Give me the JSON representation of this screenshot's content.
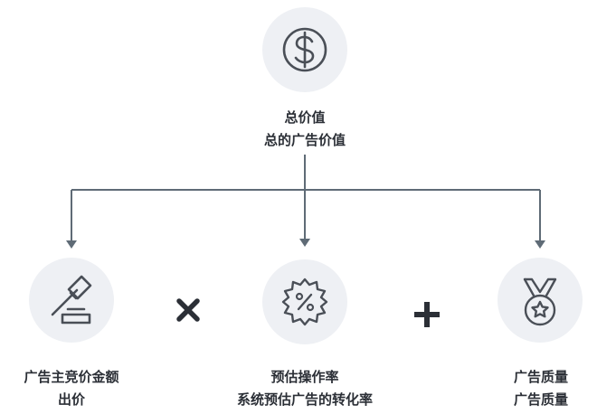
{
  "top": {
    "icon": "dollar-icon",
    "title": "总价值",
    "subtitle": "总的广告价值"
  },
  "items": [
    {
      "icon": "gavel-icon",
      "title": "广告主竞价金额",
      "subtitle": "出价"
    },
    {
      "icon": "percent-badge-icon",
      "title": "预估操作率",
      "subtitle": "系统预估广告的转化率"
    },
    {
      "icon": "medal-icon",
      "title": "广告质量",
      "subtitle": "广告质量"
    }
  ],
  "operators": [
    "multiply-icon",
    "plus-icon"
  ],
  "colors": {
    "circle_bg": "#eef0f4",
    "icon_stroke": "#4a4f57",
    "line": "#5f6b76",
    "text": "#2b2f36"
  }
}
